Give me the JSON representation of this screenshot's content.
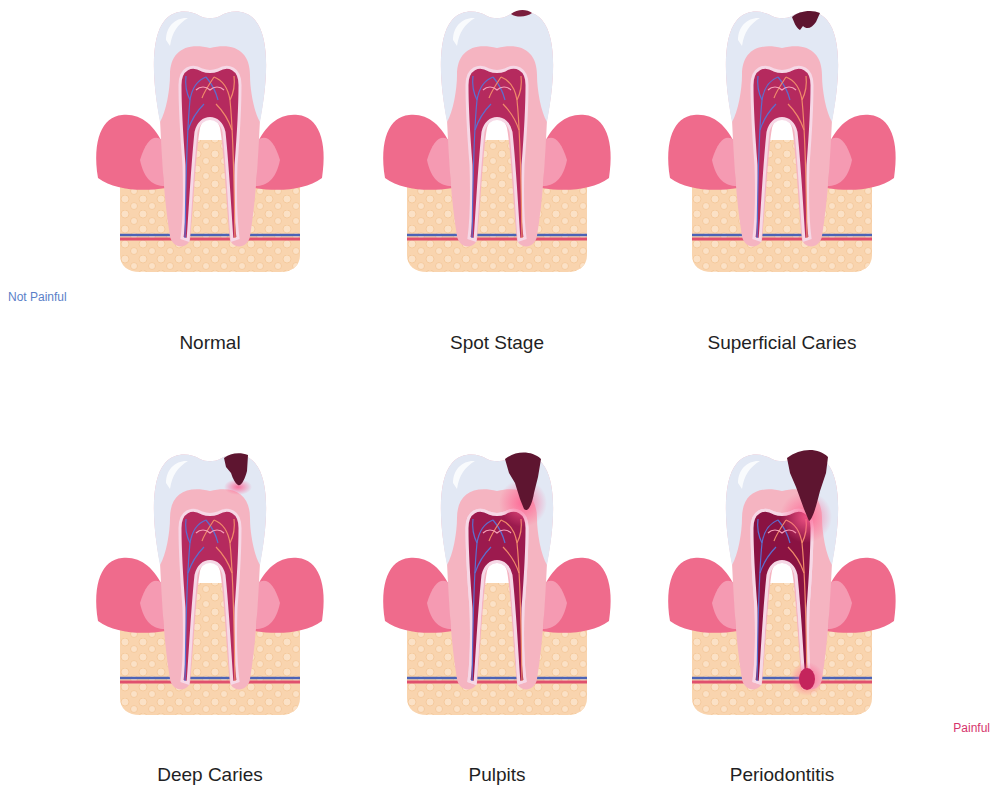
{
  "diagram": {
    "labels": [
      "Not Painful",
      "Normal",
      "Spot Stage",
      "Superficial Caries",
      "Painful",
      "Deep Caries",
      "Pulpits",
      "Periodontitis"
    ]
  }
}
